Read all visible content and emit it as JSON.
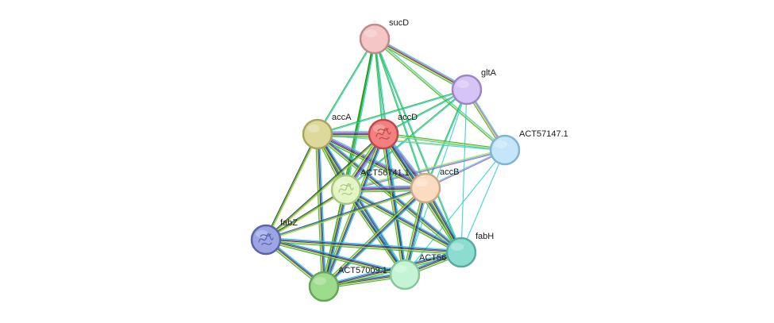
{
  "network": {
    "nodes": [
      {
        "id": "sucD",
        "label": "sucD",
        "color": "#f4c6c6",
        "stroke": "#c08a8a",
        "has_structure": false
      },
      {
        "id": "gltA",
        "label": "gltA",
        "color": "#d6c4f6",
        "stroke": "#9c84c8",
        "has_structure": false
      },
      {
        "id": "accA",
        "label": "accA",
        "color": "#dcd99a",
        "stroke": "#a8a560",
        "has_structure": false
      },
      {
        "id": "accD",
        "label": "accD",
        "color": "#f28080",
        "stroke": "#c24848",
        "has_structure": true
      },
      {
        "id": "ACT57147.1",
        "label": "ACT57147.1",
        "color": "#c4e6f8",
        "stroke": "#80b4d2",
        "has_structure": false
      },
      {
        "id": "ACT56741.1",
        "label": "ACT56741.1",
        "color": "#e4f4c4",
        "stroke": "#a8c880",
        "has_structure": true
      },
      {
        "id": "accB",
        "label": "accB",
        "color": "#fcdcc0",
        "stroke": "#cca888",
        "has_structure": false
      },
      {
        "id": "fabZ",
        "label": "fabZ",
        "color": "#9ca4e4",
        "stroke": "#5a64aa",
        "has_structure": true
      },
      {
        "id": "fabH",
        "label": "fabH",
        "color": "#8cdcd0",
        "stroke": "#56aca0",
        "has_structure": false
      },
      {
        "id": "ACT56",
        "label": "ACT56",
        "color": "#c4f4d4",
        "stroke": "#86c69a",
        "has_structure": false
      },
      {
        "id": "ACT57009.1",
        "label": "ACT57009.1",
        "color": "#9cdc8c",
        "stroke": "#64a654",
        "has_structure": false
      }
    ],
    "edges": [
      {
        "source": "sucD",
        "target": "gltA",
        "colors": [
          "#2ad2d2",
          "#c44ac4",
          "#333333",
          "#d2d24a",
          "#2ab42a"
        ]
      },
      {
        "source": "sucD",
        "target": "ACT57147.1",
        "colors": [
          "#2ad2d2",
          "#d2d24a",
          "#2ab42a"
        ]
      },
      {
        "source": "sucD",
        "target": "accA",
        "colors": [
          "#2ad2d2",
          "#2ab42a"
        ]
      },
      {
        "source": "sucD",
        "target": "accD",
        "colors": [
          "#2ad2d2",
          "#2ab42a"
        ]
      },
      {
        "source": "sucD",
        "target": "ACT56741.1",
        "colors": [
          "#2ad2d2",
          "#2ab42a",
          "#1a8a1a"
        ]
      },
      {
        "source": "sucD",
        "target": "accB",
        "colors": [
          "#2ad2d2",
          "#2ab42a"
        ]
      },
      {
        "source": "sucD",
        "target": "ACT57009.1",
        "colors": [
          "#2ab42a",
          "#1a8a1a"
        ]
      },
      {
        "source": "sucD",
        "target": "ACT56",
        "colors": [
          "#2ad2d2",
          "#2ab42a"
        ]
      },
      {
        "source": "sucD",
        "target": "fabH",
        "colors": [
          "#2ad2d2",
          "#2ab42a"
        ]
      },
      {
        "source": "gltA",
        "target": "ACT57147.1",
        "colors": [
          "#2ad2d2",
          "#c44ac4",
          "#d2d24a",
          "#2ab42a"
        ]
      },
      {
        "source": "gltA",
        "target": "accA",
        "colors": [
          "#2ad2d2",
          "#2ab42a"
        ]
      },
      {
        "source": "gltA",
        "target": "accD",
        "colors": [
          "#2ad2d2",
          "#2ab42a"
        ]
      },
      {
        "source": "gltA",
        "target": "ACT56741.1",
        "colors": [
          "#2ad2d2",
          "#2ab42a"
        ]
      },
      {
        "source": "gltA",
        "target": "accB",
        "colors": [
          "#2ad2d2",
          "#2ab42a"
        ]
      },
      {
        "source": "gltA",
        "target": "fabH",
        "colors": [
          "#2ad2d2"
        ]
      },
      {
        "source": "gltA",
        "target": "ACT56",
        "colors": [
          "#2ad2d2"
        ]
      },
      {
        "source": "ACT57147.1",
        "target": "accA",
        "colors": [
          "#2ad2d2",
          "#d2d24a"
        ]
      },
      {
        "source": "ACT57147.1",
        "target": "accD",
        "colors": [
          "#2ad2d2",
          "#d2d24a",
          "#2ab42a"
        ]
      },
      {
        "source": "ACT57147.1",
        "target": "ACT56741.1",
        "colors": [
          "#c44ac4",
          "#2ad2d2",
          "#d2d24a"
        ]
      },
      {
        "source": "ACT57147.1",
        "target": "accB",
        "colors": [
          "#c44ac4",
          "#2ad2d2"
        ]
      },
      {
        "source": "ACT57147.1",
        "target": "fabH",
        "colors": [
          "#2ad2d2"
        ]
      },
      {
        "source": "ACT57147.1",
        "target": "ACT56",
        "colors": [
          "#2ad2d2"
        ]
      },
      {
        "source": "accA",
        "target": "accD",
        "colors": [
          "#2ad2d2",
          "#c44ac4",
          "#3a3ad2",
          "#333333",
          "#d2d24a",
          "#2ab42a"
        ]
      },
      {
        "source": "accA",
        "target": "ACT56741.1",
        "colors": [
          "#2ad2d2",
          "#c44ac4",
          "#3a3ad2",
          "#333333",
          "#d2d24a",
          "#2ab42a"
        ]
      },
      {
        "source": "accA",
        "target": "accB",
        "colors": [
          "#2ad2d2",
          "#c44ac4",
          "#3a3ad2",
          "#333333",
          "#d2d24a",
          "#2ab42a"
        ]
      },
      {
        "source": "accA",
        "target": "fabZ",
        "colors": [
          "#d2d24a",
          "#2ab42a",
          "#333333"
        ]
      },
      {
        "source": "accA",
        "target": "ACT57009.1",
        "colors": [
          "#2ad2d2",
          "#3a3ad2",
          "#333333",
          "#d2d24a",
          "#2ab42a"
        ]
      },
      {
        "source": "accA",
        "target": "ACT56",
        "colors": [
          "#2ad2d2",
          "#3a3ad2",
          "#333333",
          "#d2d24a",
          "#2ab42a"
        ]
      },
      {
        "source": "accA",
        "target": "fabH",
        "colors": [
          "#2ad2d2",
          "#3a3ad2",
          "#333333",
          "#d2d24a",
          "#2ab42a"
        ]
      },
      {
        "source": "accD",
        "target": "ACT56741.1",
        "colors": [
          "#2ad2d2",
          "#c44ac4",
          "#3a3ad2",
          "#333333",
          "#d2d24a",
          "#2ab42a"
        ]
      },
      {
        "source": "accD",
        "target": "accB",
        "colors": [
          "#2ad2d2",
          "#c44ac4",
          "#3a3ad2",
          "#333333",
          "#d2d24a",
          "#2ab42a"
        ]
      },
      {
        "source": "accD",
        "target": "fabZ",
        "colors": [
          "#d2d24a",
          "#2ab42a",
          "#333333"
        ]
      },
      {
        "source": "accD",
        "target": "ACT57009.1",
        "colors": [
          "#2ad2d2",
          "#3a3ad2",
          "#333333",
          "#d2d24a",
          "#2ab42a"
        ]
      },
      {
        "source": "accD",
        "target": "ACT56",
        "colors": [
          "#2ad2d2",
          "#3a3ad2",
          "#333333",
          "#d2d24a",
          "#2ab42a"
        ]
      },
      {
        "source": "accD",
        "target": "fabH",
        "colors": [
          "#2ad2d2",
          "#3a3ad2",
          "#333333",
          "#d2d24a",
          "#2ab42a"
        ]
      },
      {
        "source": "ACT56741.1",
        "target": "accB",
        "colors": [
          "#2ad2d2",
          "#c44ac4",
          "#3a3ad2",
          "#333333",
          "#d2d24a",
          "#2ab42a"
        ]
      },
      {
        "source": "ACT56741.1",
        "target": "fabZ",
        "colors": [
          "#d2d24a",
          "#2ab42a",
          "#333333"
        ]
      },
      {
        "source": "ACT56741.1",
        "target": "ACT57009.1",
        "colors": [
          "#2ad2d2",
          "#3a3ad2",
          "#333333",
          "#d2d24a",
          "#2ab42a"
        ]
      },
      {
        "source": "ACT56741.1",
        "target": "ACT56",
        "colors": [
          "#2ad2d2",
          "#3a3ad2",
          "#333333",
          "#d2d24a",
          "#2ab42a"
        ]
      },
      {
        "source": "ACT56741.1",
        "target": "fabH",
        "colors": [
          "#2ad2d2",
          "#3a3ad2",
          "#333333",
          "#d2d24a",
          "#2ab42a"
        ]
      },
      {
        "source": "accB",
        "target": "fabZ",
        "colors": [
          "#d2d24a",
          "#2ab42a",
          "#3a3ad2"
        ]
      },
      {
        "source": "accB",
        "target": "ACT57009.1",
        "colors": [
          "#2ad2d2",
          "#3a3ad2",
          "#333333",
          "#d2d24a",
          "#2ab42a"
        ]
      },
      {
        "source": "accB",
        "target": "ACT56",
        "colors": [
          "#2ad2d2",
          "#3a3ad2",
          "#333333",
          "#d2d24a",
          "#2ab42a"
        ]
      },
      {
        "source": "accB",
        "target": "fabH",
        "colors": [
          "#2ad2d2",
          "#3a3ad2",
          "#333333",
          "#d2d24a",
          "#2ab42a"
        ]
      },
      {
        "source": "fabZ",
        "target": "ACT57009.1",
        "colors": [
          "#2ad2d2",
          "#3a3ad2",
          "#333333",
          "#d2d24a",
          "#2ab42a"
        ]
      },
      {
        "source": "fabZ",
        "target": "ACT56",
        "colors": [
          "#2ad2d2",
          "#3a3ad2",
          "#333333",
          "#d2d24a",
          "#2ab42a"
        ]
      },
      {
        "source": "fabZ",
        "target": "fabH",
        "colors": [
          "#2ad2d2",
          "#3a3ad2",
          "#333333",
          "#d2d24a",
          "#2ab42a"
        ]
      },
      {
        "source": "ACT57009.1",
        "target": "ACT56",
        "colors": [
          "#2ad2d2",
          "#3a3ad2",
          "#333333",
          "#d2d24a",
          "#2ab42a"
        ]
      },
      {
        "source": "ACT57009.1",
        "target": "fabH",
        "colors": [
          "#2ad2d2",
          "#3a3ad2",
          "#333333",
          "#d2d24a",
          "#2ab42a"
        ]
      },
      {
        "source": "ACT56",
        "target": "fabH",
        "colors": [
          "#2ad2d2",
          "#3a3ad2",
          "#333333",
          "#d2d24a",
          "#2ab42a"
        ]
      }
    ]
  }
}
